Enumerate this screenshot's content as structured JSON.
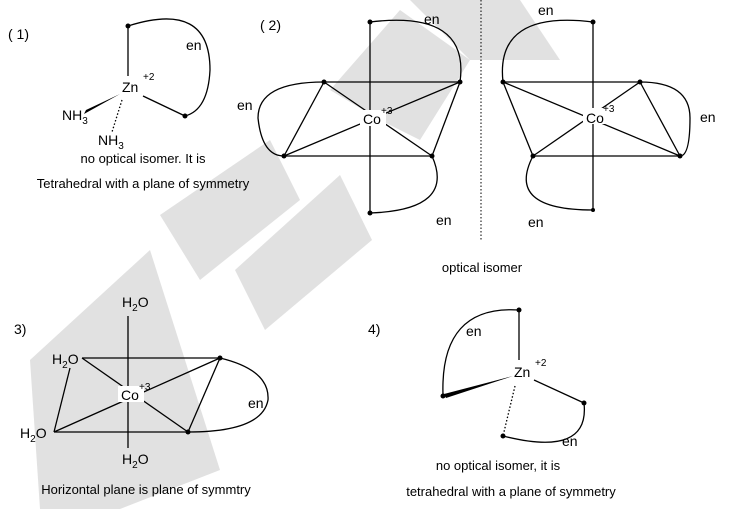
{
  "labels": {
    "num1": "( 1)",
    "num2": "( 2)",
    "num3": "3)",
    "num4": "4)",
    "en": "en",
    "zn": "Zn",
    "co": "Co",
    "charge2": "+2",
    "charge3": "+3",
    "nh": "NH",
    "three": "3",
    "h": "H",
    "two": "2",
    "o": "O"
  },
  "captions": {
    "c1_line1": "no optical isomer. It is",
    "c1_line2": "Tetrahedral with a plane of symmetry",
    "c2": "optical isomer",
    "c3": "Horizontal plane is plane of symmtry",
    "c4_line1": "no optical isomer, it is",
    "c4_line2": "tetrahedral with a plane of symmetry"
  }
}
